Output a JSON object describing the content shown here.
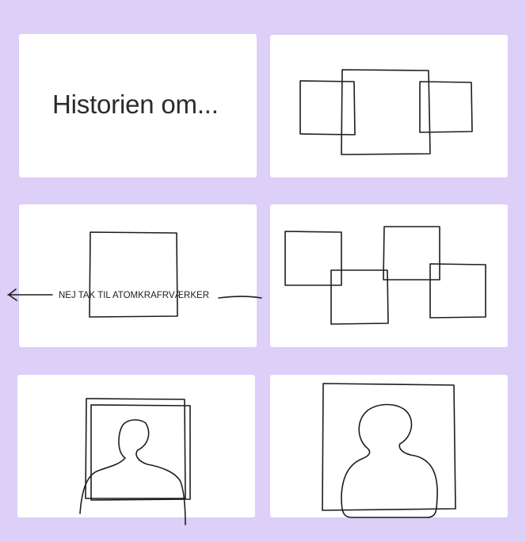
{
  "panels": [
    {
      "id": "panel-1",
      "title": "Historien om..."
    },
    {
      "id": "panel-2"
    },
    {
      "id": "panel-3",
      "slogan": "NEJ TAK TIL ATOMKRAFRVÆRKER"
    },
    {
      "id": "panel-4"
    },
    {
      "id": "panel-5"
    },
    {
      "id": "panel-6"
    }
  ],
  "colors": {
    "background": "#dccff8",
    "panel": "#ffffff",
    "ink": "#1d1d1d"
  }
}
